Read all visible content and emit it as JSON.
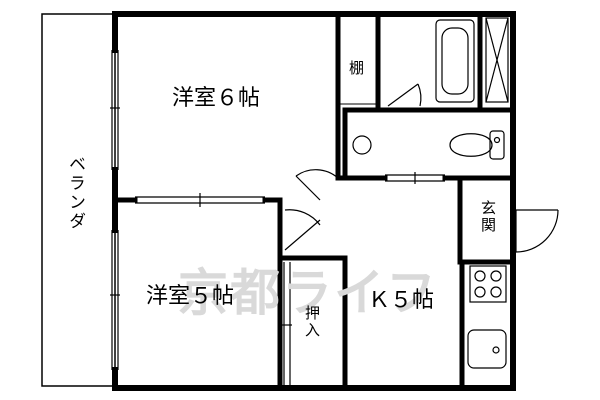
{
  "rooms": {
    "western_6": "洋室６帖",
    "western_5": "洋室５帖",
    "kitchen": "Ｋ５帖"
  },
  "labels": {
    "veranda": "ベランダ",
    "shelf": "棚",
    "entrance": "玄関",
    "closet": "押入"
  },
  "watermark": "京都ライフ"
}
